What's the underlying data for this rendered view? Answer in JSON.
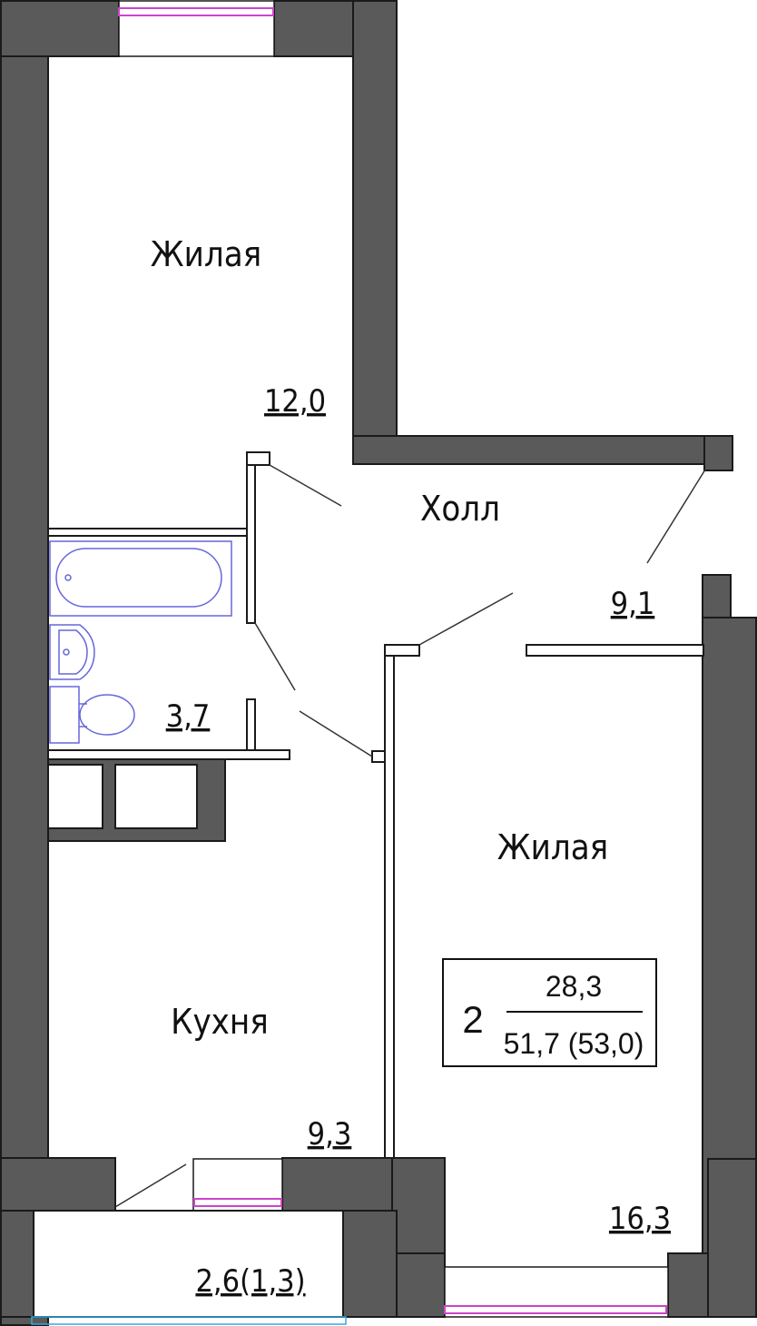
{
  "colors": {
    "wall": "#5a5a5a",
    "wall_outline": "#1a1a1a",
    "fixture": "#6666dd",
    "window": "#cc44cc",
    "balcony_glass": "#33aadd",
    "line": "#333333"
  },
  "rooms": [
    {
      "id": "living-room-1",
      "name": "Жилая",
      "area": "12,0"
    },
    {
      "id": "hall",
      "name": "Холл",
      "area": "9,1"
    },
    {
      "id": "bathroom",
      "name": "",
      "area": "3,7"
    },
    {
      "id": "living-room-2",
      "name": "Жилая",
      "area": "16,3"
    },
    {
      "id": "kitchen",
      "name": "Кухня",
      "area": "9,3"
    },
    {
      "id": "balcony",
      "name": "",
      "area": "2,6(1,3)"
    }
  ],
  "summary": {
    "rooms_count": "2",
    "living_area": "28,3",
    "total_area": "51,7 (53,0)"
  },
  "fixtures": [
    "bathtub",
    "sink",
    "toilet",
    "kitchen-cabinets"
  ]
}
